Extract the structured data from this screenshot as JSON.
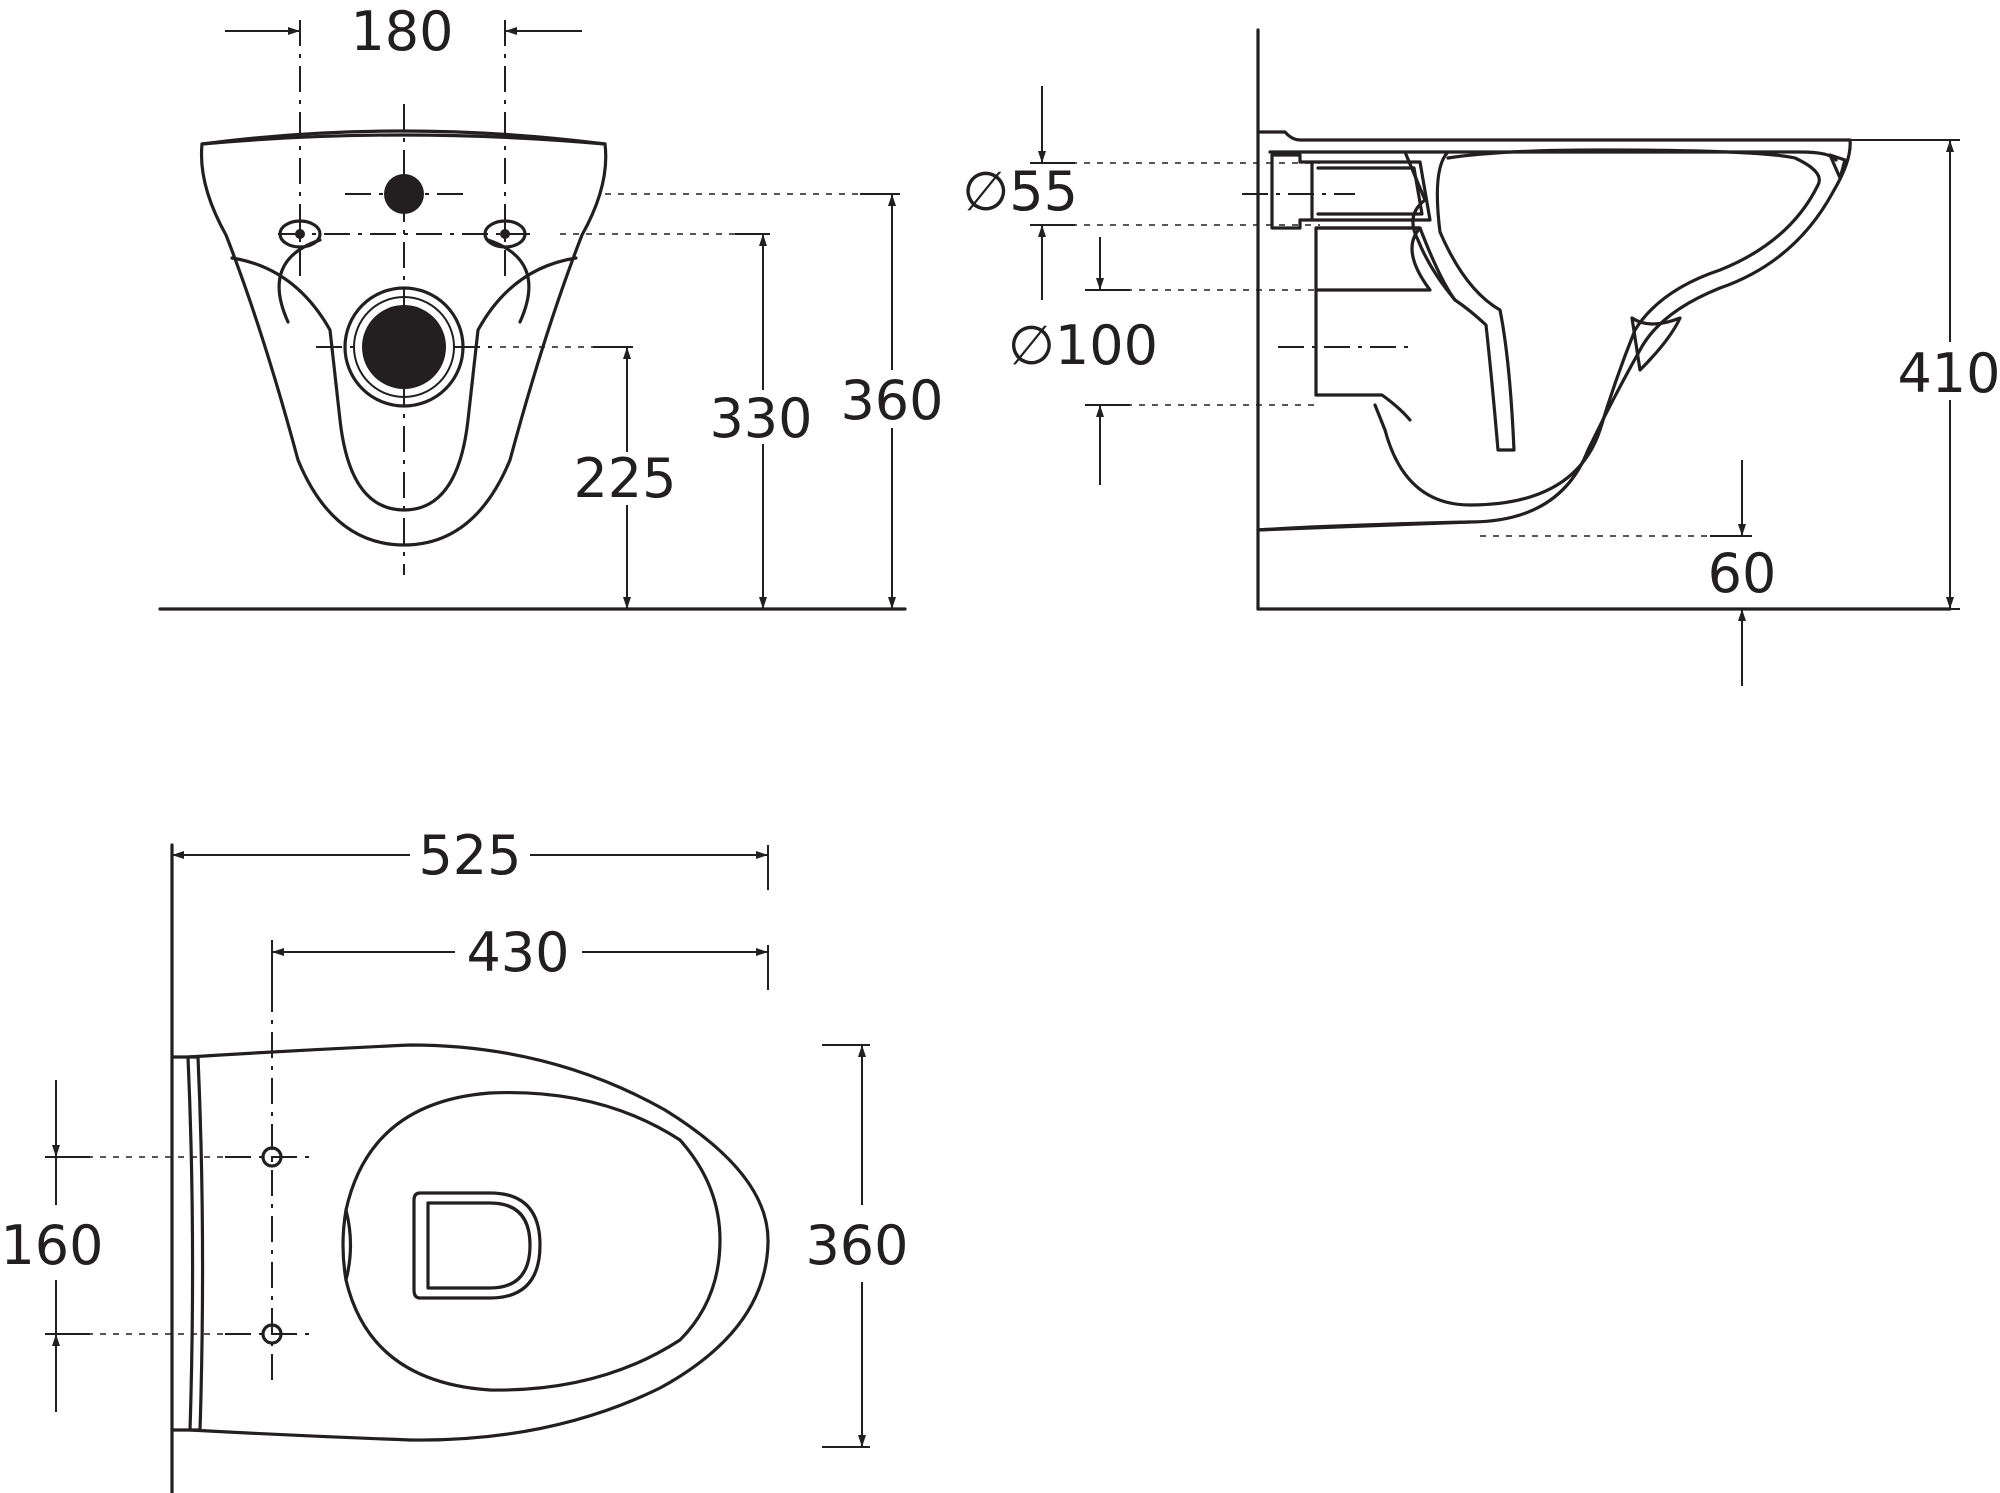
{
  "views": {
    "front": {
      "dim_top": "180",
      "dim_225": "225",
      "dim_330": "330",
      "dim_360": "360"
    },
    "side": {
      "dim_d55": "∅55",
      "dim_d100": "∅100",
      "dim_410": "410",
      "dim_60": "60"
    },
    "top": {
      "dim_525": "525",
      "dim_430": "430",
      "dim_160": "160",
      "dim_360": "360"
    }
  },
  "colors": {
    "ink": "#231f20",
    "background": "#ffffff"
  }
}
